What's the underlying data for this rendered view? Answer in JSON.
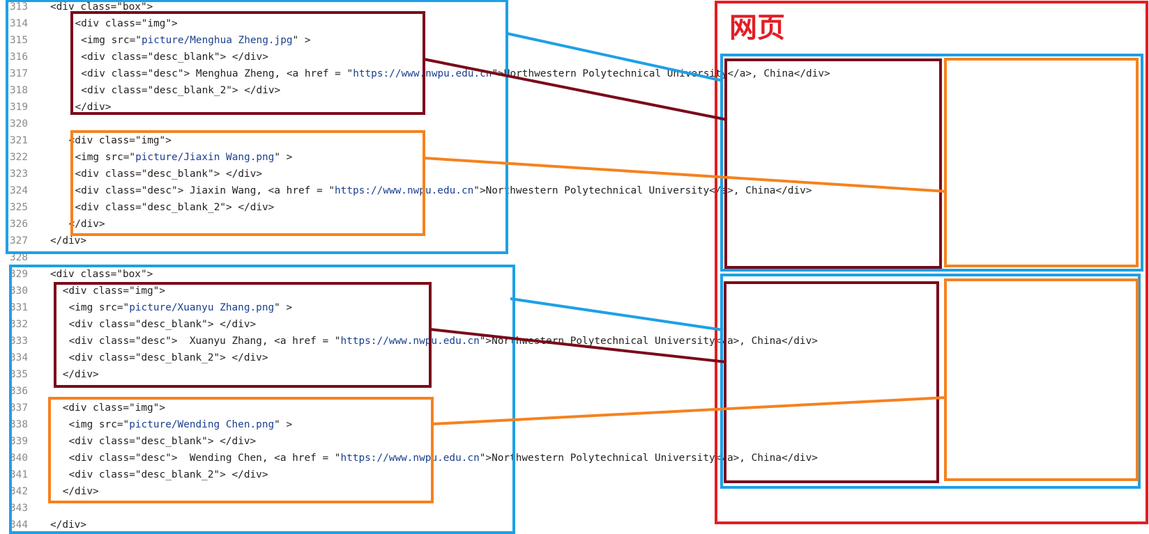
{
  "editor": {
    "lines": [
      {
        "n": "313",
        "indent": 0,
        "segments": [
          {
            "t": "<div class=\"box\">",
            "c": "plain"
          }
        ]
      },
      {
        "n": "314",
        "indent": 4,
        "segments": [
          {
            "t": "<div class=\"img\">",
            "c": "plain"
          }
        ]
      },
      {
        "n": "315",
        "indent": 5,
        "segments": [
          {
            "t": "<img src=\"",
            "c": "plain"
          },
          {
            "t": "picture/Menghua Zheng.jpg",
            "c": "str"
          },
          {
            "t": "\" >",
            "c": "plain"
          }
        ]
      },
      {
        "n": "316",
        "indent": 5,
        "segments": [
          {
            "t": "<div class=\"desc_blank\"> </div>",
            "c": "plain"
          }
        ]
      },
      {
        "n": "317",
        "indent": 5,
        "segments": [
          {
            "t": "<div class=\"desc\"> Menghua Zheng, <a href = \"",
            "c": "plain"
          },
          {
            "t": "https://www.nwpu.edu.cn",
            "c": "str"
          },
          {
            "t": "\">Northwestern Polytechnical University</a>, China</div>",
            "c": "plain"
          }
        ]
      },
      {
        "n": "318",
        "indent": 5,
        "segments": [
          {
            "t": "<div class=\"desc_blank_2\"> </div>",
            "c": "plain"
          }
        ]
      },
      {
        "n": "319",
        "indent": 4,
        "segments": [
          {
            "t": "</div>",
            "c": "plain"
          }
        ]
      },
      {
        "n": "320",
        "indent": 0,
        "segments": [
          {
            "t": "",
            "c": "plain"
          }
        ]
      },
      {
        "n": "321",
        "indent": 3,
        "segments": [
          {
            "t": "<div class=\"img\">",
            "c": "plain"
          }
        ]
      },
      {
        "n": "322",
        "indent": 4,
        "segments": [
          {
            "t": "<img src=\"",
            "c": "plain"
          },
          {
            "t": "picture/Jiaxin Wang.png",
            "c": "str"
          },
          {
            "t": "\" >",
            "c": "plain"
          }
        ]
      },
      {
        "n": "323",
        "indent": 4,
        "segments": [
          {
            "t": "<div class=\"desc_blank\"> </div>",
            "c": "plain"
          }
        ]
      },
      {
        "n": "324",
        "indent": 4,
        "segments": [
          {
            "t": "<div class=\"desc\"> Jiaxin Wang, <a href = \"",
            "c": "plain"
          },
          {
            "t": "https://www.nwpu.edu.cn",
            "c": "str"
          },
          {
            "t": "\">Northwestern Polytechnical University</a>, China</div>",
            "c": "plain"
          }
        ]
      },
      {
        "n": "325",
        "indent": 4,
        "segments": [
          {
            "t": "<div class=\"desc_blank_2\"> </div>",
            "c": "plain"
          }
        ]
      },
      {
        "n": "326",
        "indent": 3,
        "segments": [
          {
            "t": "</div>",
            "c": "plain"
          }
        ]
      },
      {
        "n": "327",
        "indent": 0,
        "segments": [
          {
            "t": "</div>",
            "c": "plain"
          }
        ]
      },
      {
        "n": "328",
        "indent": 0,
        "segments": [
          {
            "t": "",
            "c": "plain"
          }
        ]
      },
      {
        "n": "329",
        "indent": 0,
        "segments": [
          {
            "t": "<div class=\"box\">",
            "c": "plain"
          }
        ]
      },
      {
        "n": "330",
        "indent": 2,
        "segments": [
          {
            "t": "<div class=\"img\">",
            "c": "plain"
          }
        ]
      },
      {
        "n": "331",
        "indent": 3,
        "segments": [
          {
            "t": "<img src=\"",
            "c": "plain"
          },
          {
            "t": "picture/Xuanyu Zhang.png",
            "c": "str"
          },
          {
            "t": "\" >",
            "c": "plain"
          }
        ]
      },
      {
        "n": "332",
        "indent": 3,
        "segments": [
          {
            "t": "<div class=\"desc_blank\"> </div>",
            "c": "plain"
          }
        ]
      },
      {
        "n": "333",
        "indent": 3,
        "segments": [
          {
            "t": "<div class=\"desc\">  Xuanyu Zhang, <a href = \"",
            "c": "plain"
          },
          {
            "t": "https://www.nwpu.edu.cn",
            "c": "str"
          },
          {
            "t": "\">Northwestern Polytechnical University</a>, China</div>",
            "c": "plain"
          }
        ]
      },
      {
        "n": "334",
        "indent": 3,
        "segments": [
          {
            "t": "<div class=\"desc_blank_2\"> </div>",
            "c": "plain"
          }
        ]
      },
      {
        "n": "335",
        "indent": 2,
        "segments": [
          {
            "t": "</div>",
            "c": "plain"
          }
        ]
      },
      {
        "n": "336",
        "indent": 0,
        "segments": [
          {
            "t": "",
            "c": "plain"
          }
        ]
      },
      {
        "n": "337",
        "indent": 2,
        "segments": [
          {
            "t": "<div class=\"img\">",
            "c": "plain"
          }
        ]
      },
      {
        "n": "338",
        "indent": 3,
        "segments": [
          {
            "t": "<img src=\"",
            "c": "plain"
          },
          {
            "t": "picture/Wending Chen.png",
            "c": "str"
          },
          {
            "t": "\" >",
            "c": "plain"
          }
        ]
      },
      {
        "n": "339",
        "indent": 3,
        "segments": [
          {
            "t": "<div class=\"desc_blank\"> </div>",
            "c": "plain"
          }
        ]
      },
      {
        "n": "340",
        "indent": 3,
        "segments": [
          {
            "t": "<div class=\"desc\">  Wending Chen, <a href = \"",
            "c": "plain"
          },
          {
            "t": "https://www.nwpu.edu.cn",
            "c": "str"
          },
          {
            "t": "\">Northwestern Polytechnical University</a>, China</div>",
            "c": "plain"
          }
        ]
      },
      {
        "n": "341",
        "indent": 3,
        "segments": [
          {
            "t": "<div class=\"desc_blank_2\"> </div>",
            "c": "plain"
          }
        ]
      },
      {
        "n": "342",
        "indent": 2,
        "segments": [
          {
            "t": "</div>",
            "c": "plain"
          }
        ]
      },
      {
        "n": "343",
        "indent": 0,
        "segments": [
          {
            "t": "",
            "c": "plain"
          }
        ]
      },
      {
        "n": "344",
        "indent": 0,
        "segments": [
          {
            "t": "</div>",
            "c": "plain"
          }
        ]
      }
    ]
  },
  "webpage": {
    "title": "网页"
  },
  "colors": {
    "box_blue": "#1ea0e6",
    "img_darkred": "#7a0a1a",
    "img_orange": "#f5821f",
    "webpage_red": "#e31e24",
    "string_blue": "#1a3f8f",
    "line_number_gray": "#8a8a8a"
  }
}
